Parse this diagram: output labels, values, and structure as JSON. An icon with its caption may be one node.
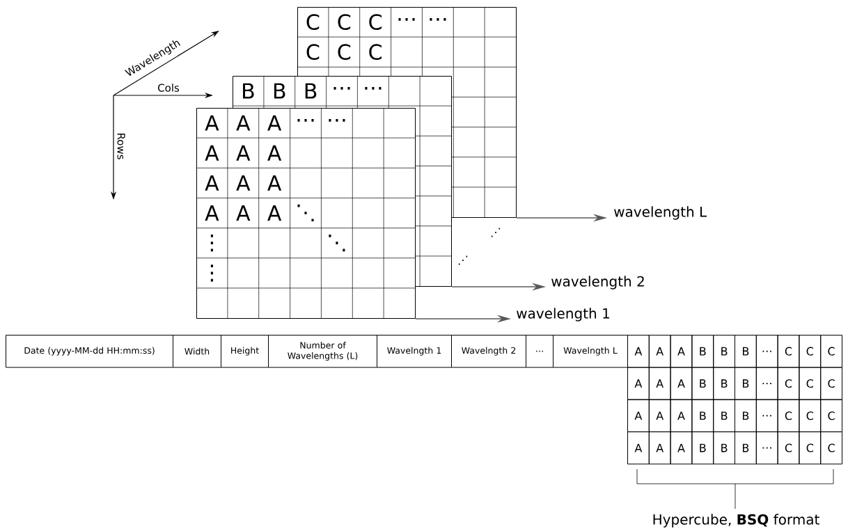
{
  "diagram": {
    "nodes": [
      {
        "text": [
          "C",
          "C",
          "C",
          "⋯",
          "⋯",
          "C",
          "C",
          "C"
        ]
      },
      {
        "text": [
          "B",
          "B",
          "B",
          "⋯",
          "⋯"
        ]
      },
      {
        "text": [
          "A",
          "A",
          "A",
          "⋯",
          "⋯",
          "A",
          "A",
          "A",
          "A",
          "A",
          "A",
          "A",
          "A",
          "A",
          "⋱",
          "⋮",
          "⋱",
          "⋮"
        ]
      },
      {
        "text": [
          "wavelength L"
        ]
      },
      {
        "text": [
          "wavelength 2"
        ]
      },
      {
        "text": [
          "wavelength 1"
        ]
      }
    ],
    "edges": [
      {
        "from": 0,
        "to": 3,
        "arrow": "to"
      },
      {
        "from": 1,
        "to": 4,
        "arrow": "to"
      },
      {
        "from": 2,
        "to": 5,
        "arrow": "to"
      }
    ],
    "labels": [
      "Wavelength",
      "Cols",
      "Rows",
      "⋰",
      "⋰",
      "Date (yyyy-MM-dd HH:mm:ss)",
      "Width",
      "Height",
      "Number of Wavelengths (L)",
      "Wavelngth 1",
      "Wavelngth 2",
      "…",
      "Wavelngth L",
      "A",
      "A",
      "A",
      "B",
      "B",
      "B",
      "…",
      "C",
      "C",
      "C",
      "A",
      "A",
      "A",
      "B",
      "B",
      "B",
      "…",
      "C",
      "C",
      "C",
      "A",
      "A",
      "A",
      "B",
      "B",
      "B",
      "…",
      "C",
      "C",
      "C",
      "A",
      "A",
      "A",
      "B",
      "B",
      "B",
      "…",
      "C",
      "C",
      "C",
      "Hypercube, **BSQ** format"
    ]
  }
}
